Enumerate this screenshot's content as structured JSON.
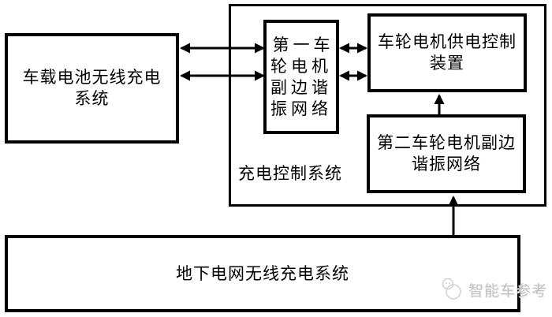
{
  "diagram": {
    "colors": {
      "background": "#ffffff",
      "line": "#000000",
      "watermark": "#c3c3c3"
    },
    "boxes": {
      "vehicle_battery": {
        "label": "车载电池无线充电\n系统"
      },
      "first_wheel_network": {
        "label": "第一车\n轮电机\n副边谐\n振网络"
      },
      "wheel_motor_power_control": {
        "label": "车轮电机供电控制\n装置"
      },
      "second_wheel_network": {
        "label": "第二车轮电机副边\n谐振网络"
      },
      "underground_grid": {
        "label": "地下电网无线充电系统"
      }
    },
    "labels": {
      "charging_control_system": "充电控制系统"
    },
    "watermark": {
      "text": "智能车参考",
      "logo": "two-circles-mascot-logo"
    }
  }
}
